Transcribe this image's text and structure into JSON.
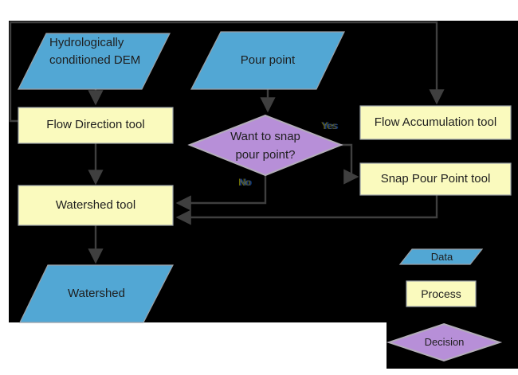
{
  "colors": {
    "page_background": "#ffffff",
    "diagram_background": "#000000",
    "data_fill": "#52a7d4",
    "process_fill": "#fafabe",
    "decision_fill": "#b78fd8",
    "edge_stroke": "#3f3f3f",
    "label_text": "#1e1e1e"
  },
  "nodes": {
    "dem": {
      "label": "Hydrologically conditioned DEM",
      "type": "data"
    },
    "pour_point": {
      "label": "Pour point",
      "type": "data"
    },
    "flow_direction": {
      "label": "Flow Direction tool",
      "type": "process"
    },
    "flow_accumulation": {
      "label": "Flow Accumulation tool",
      "type": "process"
    },
    "snap_pour_point": {
      "label": "Snap Pour Point tool",
      "type": "process"
    },
    "decision": {
      "label": "Want to snap pour point?",
      "type": "decision"
    },
    "watershed_tool": {
      "label": "Watershed tool",
      "type": "process"
    },
    "watershed": {
      "label": "Watershed",
      "type": "data"
    }
  },
  "edge_labels": {
    "yes": "Yes",
    "no": "No"
  },
  "legend": {
    "data": "Data",
    "process": "Process",
    "decision": "Decision"
  }
}
